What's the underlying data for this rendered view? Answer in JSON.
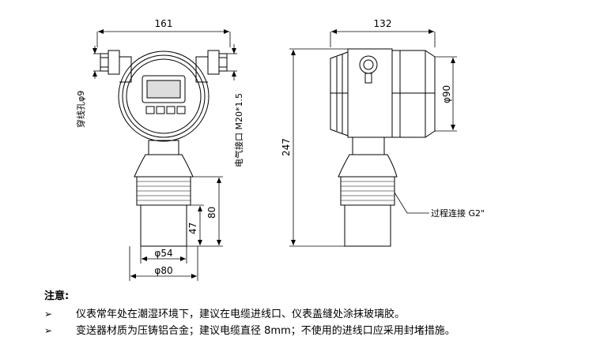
{
  "dimensions": {
    "front_width": "161",
    "side_width": "132",
    "height_total": "247",
    "cable_hole": "穿线孔φ9",
    "electrical_interface": "电气接口 M20*1.5",
    "side_diameter": "φ90",
    "thread_height": "80",
    "probe_height": "47",
    "inner_diameter": "φ54",
    "outer_diameter": "φ80"
  },
  "callouts": {
    "process_connection": "过程连接 G2\""
  },
  "notes": {
    "title": "注意:",
    "bullet_symbol": "➢",
    "items": [
      "仪表常年处在潮湿环境下，建议在电缆进线口、仪表盖缝处涂抹玻璃胶。",
      "变送器材质为压铸铝合金；建议电缆直径 8mm；不使用的进线口应采用封堵措施。"
    ]
  }
}
